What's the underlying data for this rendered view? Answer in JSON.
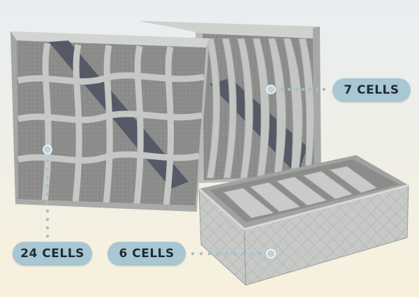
{
  "labels": {
    "seven": "7 CELLS",
    "twentyfour": "24 CELLS",
    "six": "6 CELLS"
  },
  "colors": {
    "background_top": "#e9eef0",
    "background_bottom": "#f7f0dd",
    "fabric": "#bfc2c0",
    "fabric_dark": "#8a8d8c",
    "floor": "#8f8f8f",
    "strap": "#555a66",
    "tag": "#a9c6d3",
    "leader_dot": "#9cc0cf"
  }
}
